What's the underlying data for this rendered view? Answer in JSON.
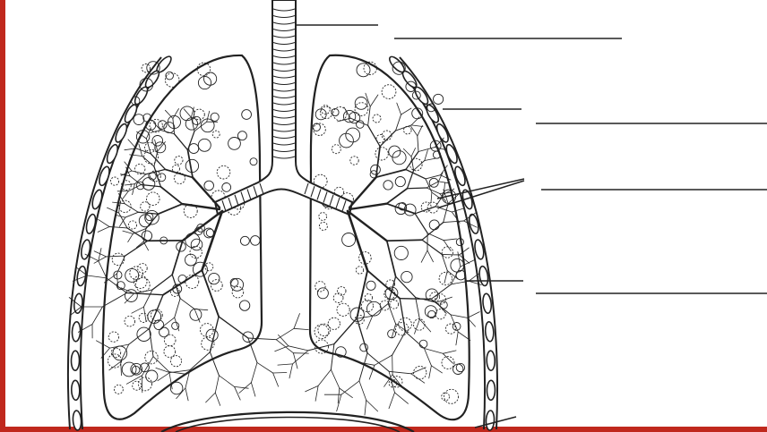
{
  "diagram": {
    "kind": "unlabeled anatomical diagram of the lungs and airways",
    "label_blanks": [
      {
        "structure": "trachea"
      },
      {
        "structure": "ribs / rib cage"
      },
      {
        "structure": "bronchi"
      },
      {
        "structure": "lung"
      },
      {
        "structure": "diaphragm"
      }
    ]
  },
  "colors": {
    "frame_border": "#c0281d",
    "line": "#222222",
    "airway_fill": "#ffffff",
    "background": "#ffffff"
  }
}
